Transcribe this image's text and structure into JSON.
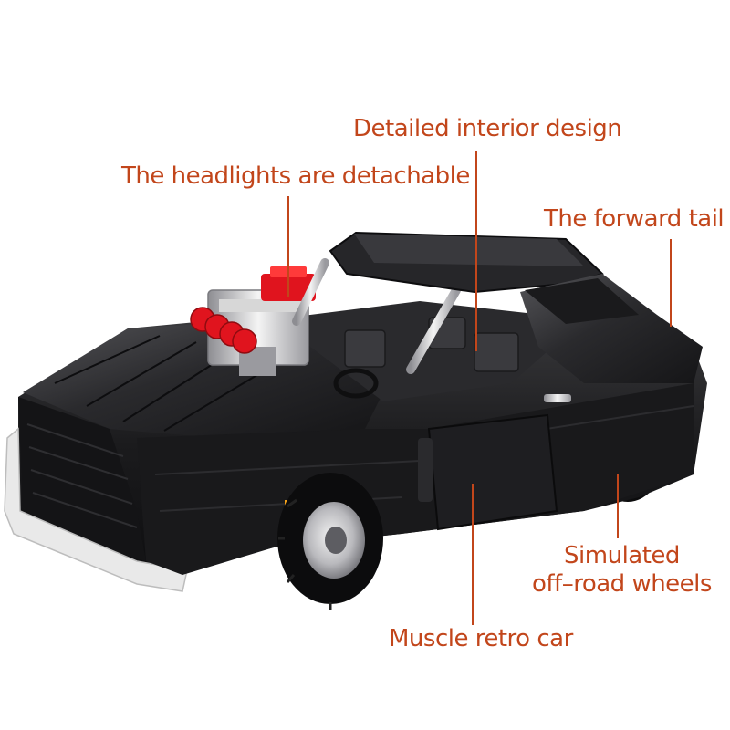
{
  "colors": {
    "callout_text": "#c2461b",
    "leader_line": "#c2461b",
    "car_body": "#1b1b1d",
    "car_highlight": "#4a4a4e",
    "bumper": "#e8e8e8",
    "engine_red": "#e0141e",
    "chrome": "#c9c9c9"
  },
  "callouts": {
    "interior": "Detailed interior design",
    "headlights": "The headlights are detachable",
    "tail": "The forward tail",
    "wheels_line1": "Simulated",
    "wheels_line2": "off–road wheels",
    "muscle": "Muscle retro car"
  }
}
